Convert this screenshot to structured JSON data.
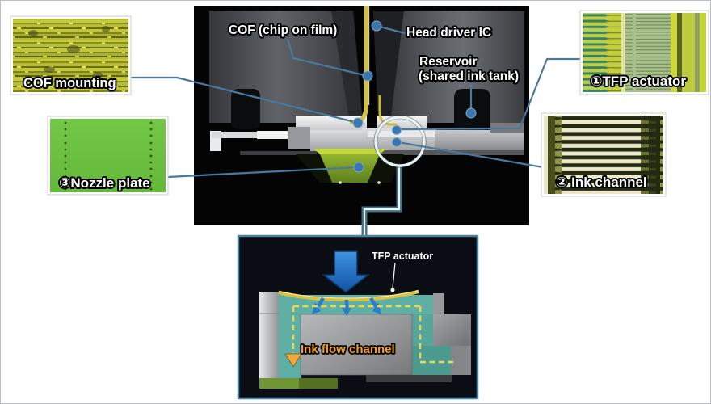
{
  "page": {
    "title": "Printhead structure diagram",
    "background": "#ffffff",
    "border_color": "#b8bec5"
  },
  "main_image": {
    "labels": {
      "cof": "COF (chip on film)",
      "head_driver_ic": "Head driver IC",
      "reservoir_line1": "Reservoir",
      "reservoir_line2": "(shared ink tank)"
    }
  },
  "insets": {
    "cof_mounting": {
      "label": "COF mounting"
    },
    "tfp_actuator": {
      "label": "①TFP actuator"
    },
    "ink_channel": {
      "label": "② Ink channel"
    },
    "nozzle_plate": {
      "label": "③Nozzle plate"
    },
    "flow_diagram": {
      "actuator_label": "TFP actuator",
      "channel_label": "Ink flow channel"
    }
  },
  "colors": {
    "leader_line": "#49799E",
    "leader_dot": "#3B76AE",
    "highlight_ring": "#E9F1F3",
    "inset_border": "#4F81A1",
    "membrane_yellow": "#D9C33F",
    "flow_text_orange": "#F5A11C",
    "flow_dash_yellow": "#ECD94F",
    "flow_arrow_blue": "#2A7CCC",
    "teal_channel": "#5FAFA4",
    "nozzle_green": "#6EC341",
    "cof_film_yellow": "#D2C044"
  }
}
